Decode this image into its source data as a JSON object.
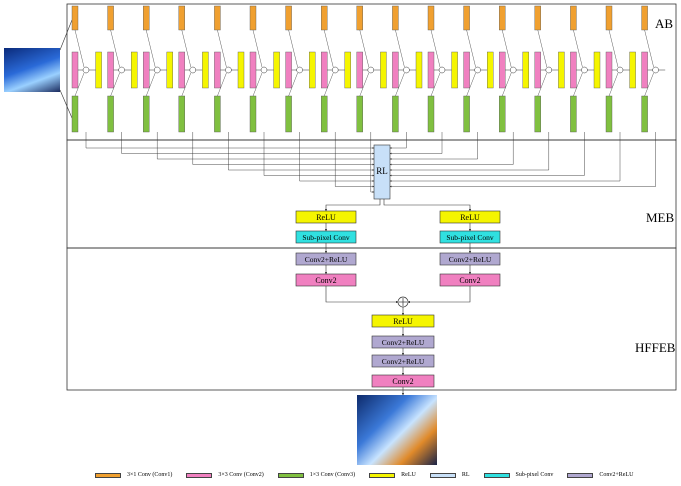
{
  "sections": {
    "ab": "AB",
    "meb": "MEB",
    "hffeb": "HFFEB"
  },
  "rl_label": "RL",
  "upsample_branches": [
    {
      "relu": "ReLU",
      "subpixel": "Sub-pixel Conv",
      "conv_relu": "Conv2+ReLU",
      "conv2": "Conv2"
    },
    {
      "relu": "ReLU",
      "subpixel": "Sub-pixel Conv",
      "conv_relu": "Conv2+ReLU",
      "conv2": "Conv2"
    }
  ],
  "fusion": {
    "relu": "ReLU",
    "conv_relu_1": "Conv2+ReLU",
    "conv_relu_2": "Conv2+ReLU",
    "conv2": "Conv2"
  },
  "legend": [
    {
      "label": "3×1 Conv (Conv1)",
      "color": "#f0a030"
    },
    {
      "label": "3×3 Conv (Conv2)",
      "color": "#f080c0"
    },
    {
      "label": "1×3 Conv (Conv3)",
      "color": "#80c040"
    },
    {
      "label": "ReLU",
      "color": "#f5f500"
    },
    {
      "label": "RL",
      "color": "#c8e0f8"
    },
    {
      "label": "Sub-pixel Conv",
      "color": "#30e0e0"
    },
    {
      "label": "Conv2+ReLU",
      "color": "#b0a8d0"
    }
  ],
  "colors": {
    "conv1": "#f0a030",
    "conv2": "#f080c0",
    "conv3": "#80c040",
    "relu": "#f5f500",
    "rl": "#c8e0f8",
    "subpixel": "#30e0e0",
    "conv_relu": "#b0a8d0"
  },
  "attention_block_count": 17
}
